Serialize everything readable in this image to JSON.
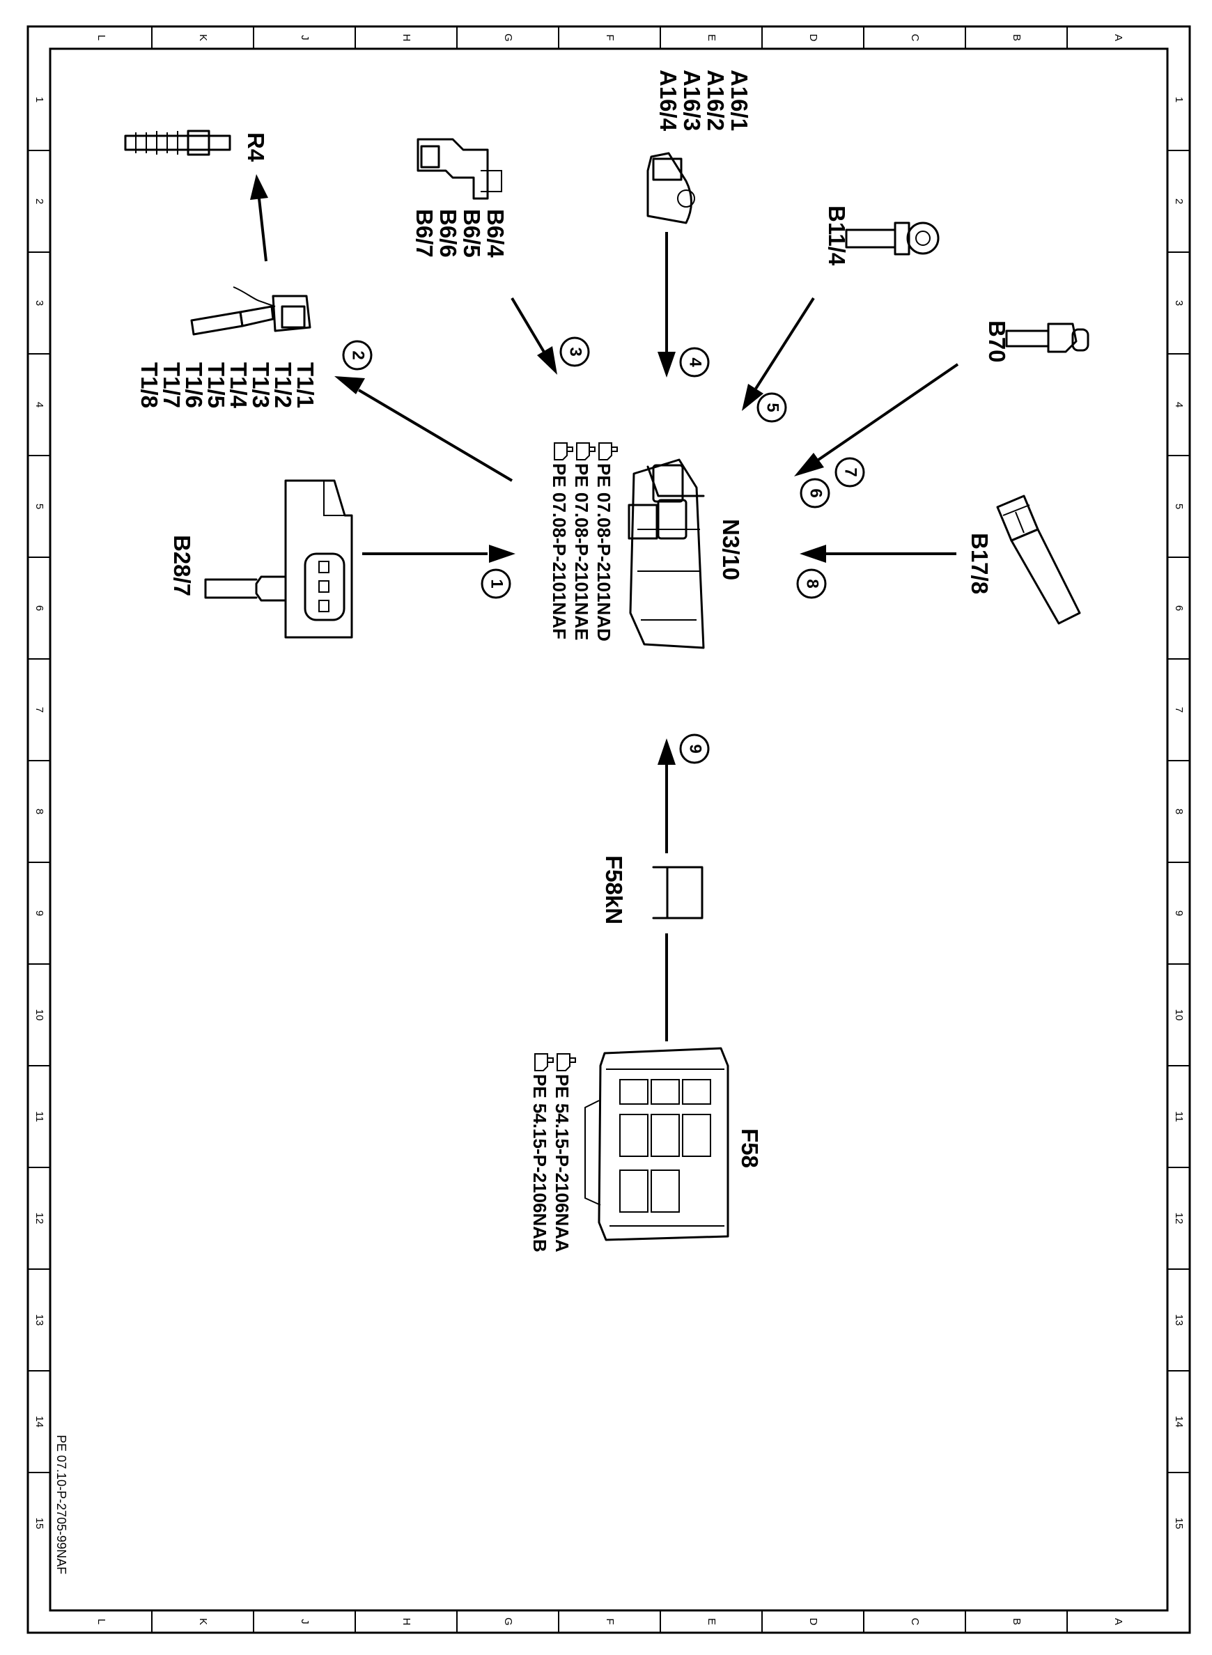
{
  "frame": {
    "column_letters": [
      "L",
      "K",
      "J",
      "H",
      "G",
      "F",
      "E",
      "D",
      "C",
      "B",
      "A"
    ],
    "row_numbers": [
      "1",
      "2",
      "3",
      "4",
      "5",
      "6",
      "7",
      "8",
      "9",
      "10",
      "11",
      "12",
      "13",
      "14",
      "15"
    ],
    "document_ref": "PE 07.10-P-2705-99NAF"
  },
  "control_unit": {
    "label": "N3/10",
    "refs": [
      "PE  07.08-P-2101NAD",
      "PE  07.08-P-2101NAE",
      "PE  07.08-P-2101NAF"
    ]
  },
  "fuse_box": {
    "label": "F58",
    "refs": [
      "PE  54.15-P-2106NAA",
      "PE  54.15-P-2106NAB"
    ]
  },
  "connector": {
    "label": "F58kN"
  },
  "components": {
    "r4": "R4",
    "b6": [
      "B6/4",
      "B6/5",
      "B6/6",
      "B6/7"
    ],
    "a16": [
      "A16/1",
      "A16/2",
      "A16/3",
      "A16/4"
    ],
    "b11": "B11/4",
    "b70": "B70",
    "b17": "B17/8",
    "b28": "B28/7",
    "t1": [
      "T1/1",
      "T1/2",
      "T1/3",
      "T1/4",
      "T1/5",
      "T1/6",
      "T1/7",
      "T1/8"
    ]
  },
  "callouts": [
    "1",
    "2",
    "3",
    "4",
    "5",
    "6",
    "7",
    "8",
    "9"
  ],
  "icons": {
    "reference_symbol": "pointing-hand-icon"
  }
}
